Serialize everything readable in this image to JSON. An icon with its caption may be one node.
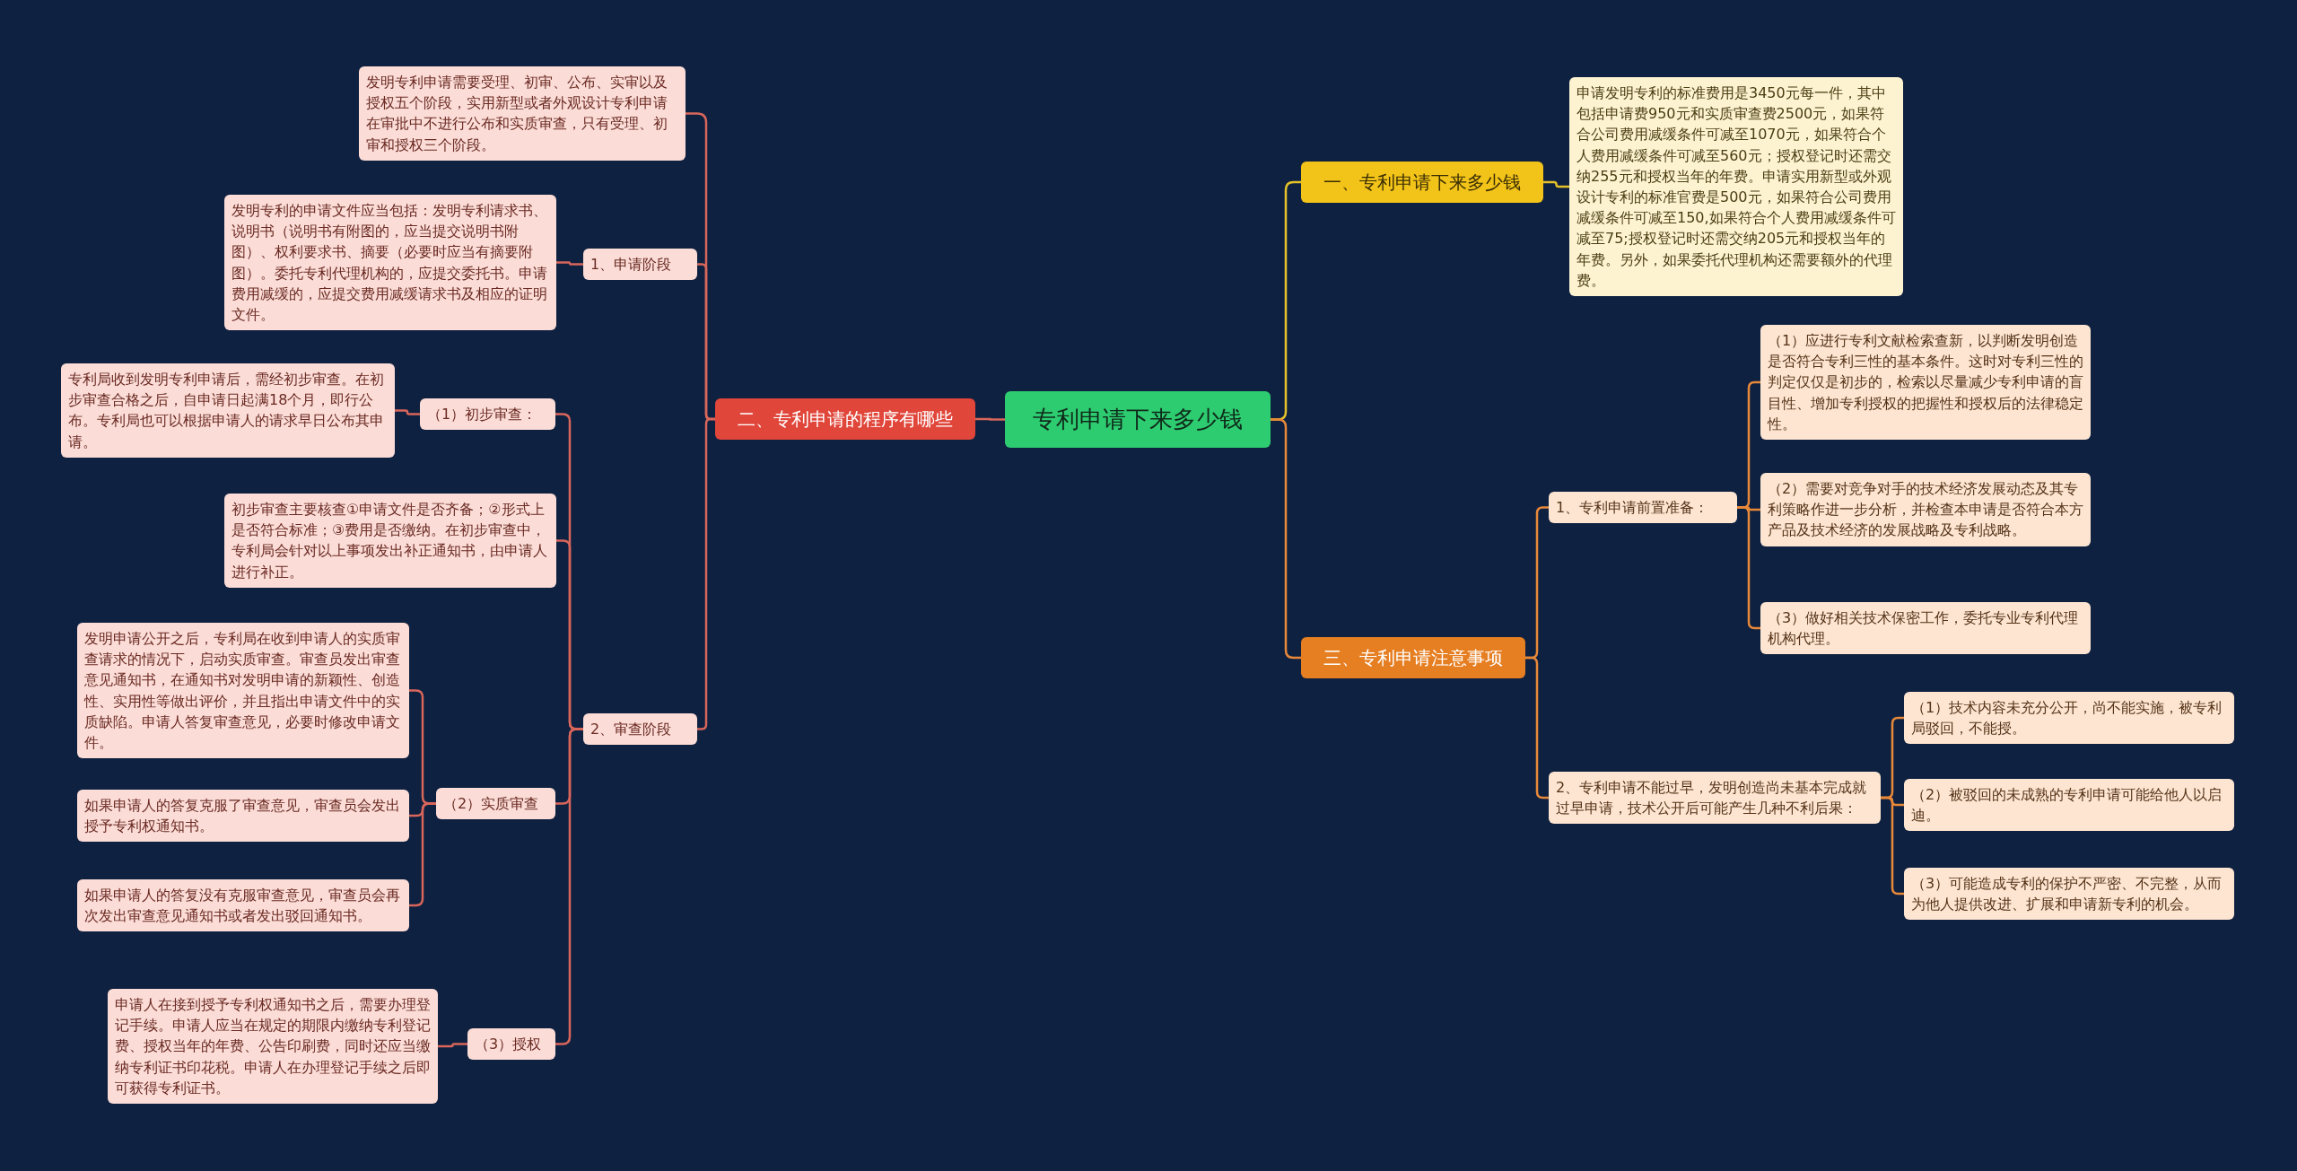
{
  "diagram": {
    "nodes": [
      {
        "text": [
          "专利申请下来多少钱"
        ]
      },
      {
        "text": [
          "一、专利申请下来多少钱"
        ]
      },
      {
        "text": [
          "申请发明专利的标准费用是3450元每一件，其中包括申请费950元和实质审查费2500元，如果符合公司费用减缓条件可减至1070元，如果符合个人费用减缓条件可减至560元；授权登记时还需交纳255元和授权当年的年费。申请实用新型或外观设计专利的标准官费是500元，如果符合公司费用减缓条件可减至150,如果符合个人费用减缓条件可减至75;授权登记时还需交纳205元和授权当年的年费。另外，如果委托代理机构还需要额外的代理费。"
        ]
      },
      {
        "text": [
          "三、专利申请注意事项"
        ]
      },
      {
        "text": [
          "1、专利申请前置准备："
        ]
      },
      {
        "text": [
          "（1）应进行专利文献检索查新，以判断发明创造是否符合专利三性的基本条件。这时对专利三性的判定仅仅是初步的，检索以尽量减少专利申请的盲目性、增加专利授权的把握性和授权后的法律稳定性。"
        ]
      },
      {
        "text": [
          "（2）需要对竞争对手的技术经济发展动态及其专利策略作进一步分析，并检查本申请是否符合本方产品及技术经济的发展战略及专利战略。"
        ]
      },
      {
        "text": [
          "（3）做好相关技术保密工作，委托专业专利代理机构代理。"
        ]
      },
      {
        "text": [
          "2、专利申请不能过早，发明创造尚未基本完成就过早申请，技术公开后可能产生几种不利后果："
        ]
      },
      {
        "text": [
          "（1）技术内容未充分公开，尚不能实施，被专利局驳回，不能授。"
        ]
      },
      {
        "text": [
          "（2）被驳回的未成熟的专利申请可能给他人以启迪。"
        ]
      },
      {
        "text": [
          "（3）可能造成专利的保护不严密、不完整，从而为他人提供改进、扩展和申请新专利的机会。"
        ]
      },
      {
        "text": [
          "二、专利申请的程序有哪些"
        ]
      },
      {
        "text": [
          "1、申请阶段"
        ]
      },
      {
        "text": [
          "发明专利申请需要受理、初审、公布、实审以及授权五个阶段，实用新型或者外观设计专利申请在审批中不进行公布和实质审查，只有受理、初审和授权三个阶段。"
        ]
      },
      {
        "text": [
          "发明专利的申请文件应当包括：发明专利请求书、说明书（说明书有附图的，应当提交说明书附图）、权利要求书、摘要（必要时应当有摘要附图）。委托专利代理机构的，应提交委托书。申请费用减缓的，应提交费用减缓请求书及相应的证明文件。"
        ]
      },
      {
        "text": [
          "2、审查阶段"
        ]
      },
      {
        "text": [
          "（1）初步审查："
        ]
      },
      {
        "text": [
          "专利局收到发明专利申请后，需经初步审查。在初步审查合格之后，自申请日起满18个月，即行公布。专利局也可以根据申请人的请求早日公布其申请。"
        ]
      },
      {
        "text": [
          "初步审查主要核查①申请文件是否齐备；②形式上是否符合标准；③费用是否缴纳。在初步审查中，专利局会针对以上事项发出补正通知书，由申请人进行补正。"
        ]
      },
      {
        "text": [
          "（2）实质审查"
        ]
      },
      {
        "text": [
          "发明申请公开之后，专利局在收到申请人的实质审查请求的情况下，启动实质审查。审查员发出审查意见通知书，在通知书对发明申请的新颖性、创造性、实用性等做出评价，并且指出申请文件中的实质缺陷。申请人答复审查意见，必要时修改申请文件。"
        ]
      },
      {
        "text": [
          "如果申请人的答复克服了审查意见，审查员会发出授予专利权通知书。"
        ]
      },
      {
        "text": [
          "如果申请人的答复没有克服审查意见，审查员会再次发出审查意见通知书或者发出驳回通知书。"
        ]
      },
      {
        "text": [
          "（3）授权"
        ]
      },
      {
        "text": [
          "申请人在接到授予专利权通知书之后，需要办理登记手续。申请人应当在规定的期限内缴纳专利登记费、授权当年的年费、公告印刷费，同时还应当缴纳专利证书印花税。申请人在办理登记手续之后即可获得专利证书。"
        ]
      }
    ],
    "edges": [
      {
        "from": 0,
        "to": 1,
        "arrow": "none",
        "color": "#e6c229"
      },
      {
        "from": 1,
        "to": 2,
        "arrow": "none",
        "color": "#e6c229"
      },
      {
        "from": 0,
        "to": 3,
        "arrow": "none",
        "color": "#e8893a"
      },
      {
        "from": 3,
        "to": 4,
        "arrow": "none",
        "color": "#e8893a"
      },
      {
        "from": 4,
        "to": 5,
        "arrow": "none",
        "color": "#e8893a"
      },
      {
        "from": 4,
        "to": 6,
        "arrow": "none",
        "color": "#e8893a"
      },
      {
        "from": 4,
        "to": 7,
        "arrow": "none",
        "color": "#e8893a"
      },
      {
        "from": 3,
        "to": 8,
        "arrow": "none",
        "color": "#e8893a"
      },
      {
        "from": 8,
        "to": 9,
        "arrow": "none",
        "color": "#e8893a"
      },
      {
        "from": 8,
        "to": 10,
        "arrow": "none",
        "color": "#e8893a"
      },
      {
        "from": 8,
        "to": 11,
        "arrow": "none",
        "color": "#e8893a"
      },
      {
        "from": 0,
        "to": 12,
        "arrow": "none"
      },
      {
        "from": 12,
        "to": 14,
        "arrow": "none"
      },
      {
        "from": 12,
        "to": 13,
        "arrow": "none"
      },
      {
        "from": 13,
        "to": 15,
        "arrow": "none"
      },
      {
        "from": 12,
        "to": 16,
        "arrow": "none"
      },
      {
        "from": 16,
        "to": 17,
        "arrow": "none"
      },
      {
        "from": 17,
        "to": 18,
        "arrow": "none"
      },
      {
        "from": 16,
        "to": 19,
        "arrow": "none"
      },
      {
        "from": 16,
        "to": 20,
        "arrow": "none"
      },
      {
        "from": 20,
        "to": 21,
        "arrow": "none"
      },
      {
        "from": 20,
        "to": 22,
        "arrow": "none"
      },
      {
        "from": 20,
        "to": 23,
        "arrow": "none"
      },
      {
        "from": 16,
        "to": 24,
        "arrow": "none"
      },
      {
        "from": 24,
        "to": 25,
        "arrow": "none"
      }
    ]
  }
}
